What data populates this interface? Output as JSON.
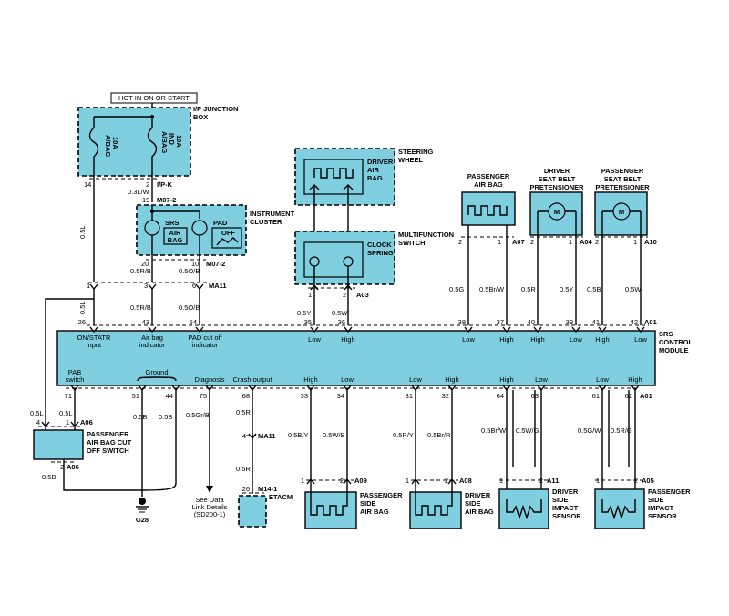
{
  "supply": {
    "hot_label": "HOT IN ON OR START"
  },
  "ip_jb": {
    "title_1": "I/P JUNCTION",
    "title_2": "BOX",
    "fuse1_1": "A/BAG",
    "fuse1_2": "10A",
    "fuse2_1": "A/BAG",
    "fuse2_2": "IND",
    "fuse2_3": "10A",
    "pin_left": "14",
    "pin_right": "2",
    "conn": "I/P-K"
  },
  "cluster": {
    "title_1": "INSTRUMENT",
    "title_2": "CLUSTER",
    "conn_top": "M07-2",
    "conn_bottom": "M07-2",
    "pin_top": "19",
    "pin_left": "20",
    "pin_right": "10",
    "srs": "SRS",
    "airbag_1": "AIR",
    "airbag_2": "BAG",
    "pad": "PAD",
    "off": "OFF"
  },
  "steering": {
    "title_1": "STEERING",
    "title_2": "WHEEL",
    "drv_1": "DRIVER",
    "drv_2": "AIR",
    "drv_3": "BAG"
  },
  "multi": {
    "title_1": "MULTIFUNCTION",
    "title_2": "SWITCH",
    "cs_1": "CLOCK",
    "cs_2": "SPRING",
    "pin1": "1",
    "pin2": "2",
    "conn": "A03"
  },
  "top_parts": {
    "pass_airbag_1": "PASSENGER",
    "pass_airbag_2": "AIR BAG",
    "drv_pret_1": "DRIVER",
    "drv_pret_2": "SEAT BELT",
    "drv_pret_3": "PRETENSIONER",
    "pass_pret_1": "PASSENGER",
    "pass_pret_2": "SEAT BELT",
    "pass_pret_3": "PRETENSIONER",
    "m": "M",
    "a07": "A07",
    "a04": "A04",
    "a10": "A10",
    "p1": "1",
    "p2": "2"
  },
  "wires": {
    "w_03lw": "0.3L/W",
    "w_05l": "0.5L",
    "w_05rb": "0.5R/B",
    "w_05ob": "0.5O/B",
    "w_05y": "0.5Y",
    "w_05w": "0.5W",
    "w_05g": "0.5G",
    "w_05brw": "0.5Br/W",
    "w_05r": "0.5R",
    "w_05b": "0.5B",
    "w_05gr_b": "0.5Gr/B",
    "w_05by": "0.5B/Y",
    "w_05wb": "0.5W/B",
    "w_05ry": "0.5R/Y",
    "w_05brr": "0.5Br/R",
    "w_05wg": "0.5W/G",
    "w_05gw": "0.5G/W",
    "w_05rg": "0.5R/G"
  },
  "ma11": {
    "conn": "MA11",
    "p1": "1",
    "p3": "3",
    "p6": "6"
  },
  "module": {
    "title_1": "SRS",
    "title_2": "CONTROL",
    "title_3": "MODULE",
    "conn": "A01",
    "top_pins": [
      "26",
      "43",
      "54",
      "35",
      "36",
      "38",
      "37",
      "40",
      "39",
      "41",
      "42"
    ],
    "top_labels": [
      "ON/STATR",
      "input",
      "Air bag",
      "indicator",
      "PAD cut off",
      "indicator",
      "Low",
      "High",
      "Low",
      "High",
      "High",
      "Low",
      "High",
      "Low"
    ],
    "bottom_pins": [
      "71",
      "51",
      "44",
      "75",
      "68",
      "33",
      "34",
      "31",
      "32",
      "64",
      "63",
      "61",
      "62"
    ],
    "bottom_labels": [
      "PAB",
      "switch",
      "Ground",
      "Diagnosis",
      "Crash output",
      "High",
      "Low",
      "Low",
      "High",
      "High",
      "Low",
      "Low",
      "High"
    ]
  },
  "pab_switch": {
    "title_1": "PASSENGER",
    "title_2": "AIR BAG CUT",
    "title_3": "OFF SWITCH",
    "conn": "A06",
    "p4": "4",
    "p1": "1",
    "p2": "2"
  },
  "ground": {
    "label": "G28"
  },
  "diag": {
    "l1": "See Data",
    "l2": "Link Details",
    "l3": "(SD200-1)"
  },
  "etacm": {
    "label": "ETACM",
    "conn": "M14-1",
    "pin": "26",
    "ma11_pin": "4",
    "ma11": "MA11"
  },
  "bottom_parts": {
    "p_side_1": "PASSENGER",
    "p_side_2": "SIDE",
    "p_side_3": "AIR BAG",
    "a09": "A09",
    "d_side_1": "DRIVER",
    "d_side_2": "SIDE",
    "d_side_3": "AIR BAG",
    "a08": "A08",
    "d_imp_1": "DRIVER",
    "d_imp_2": "SIDE",
    "d_imp_3": "IMPACT",
    "d_imp_4": "SENSOR",
    "a11": "A11",
    "p_imp_1": "PASSENGER",
    "p_imp_2": "SIDE",
    "p_imp_3": "IMPACT",
    "p_imp_4": "SENSOR",
    "a05": "A05",
    "p1": "1",
    "p2": "2"
  }
}
